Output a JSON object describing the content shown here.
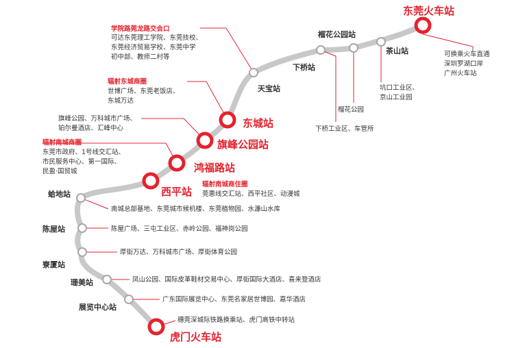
{
  "colors": {
    "line": "#c8c8c8",
    "accent": "#e4232d",
    "text": "#333333"
  },
  "stations": {
    "dongguan_hcz": "东莞火车站",
    "chashan": "茶山站",
    "liuhua": "榴花公园站",
    "xiaqiao": "下桥站",
    "tianbao": "天宝站",
    "dongcheng": "东城站",
    "qifeng": "旗峰公园站",
    "hongfu": "鸿福路站",
    "xiping": "西平站",
    "geidi": "蛤地站",
    "chenwu": "陈屋站",
    "liaoxia": "寮厦站",
    "shanmei": "珊美站",
    "zhanlan": "展览中心站",
    "humen": "虎门火车站"
  },
  "annotations": {
    "xueyuan_title": "学院路莞龙路交会口",
    "xueyuan_l1": "可达东莞理工学院、东莞技校、",
    "xueyuan_l2": "东莞经济贸易学校、东莞中学",
    "xueyuan_l3": "初中部、教师二村等",
    "dongcheng_title": "辐射东城商圈",
    "dongcheng_l1": "世博广场、东莞老饭店、",
    "dongcheng_l2": "东城万达",
    "qifeng_l1": "旗峰公园、万科城市广场、",
    "qifeng_l2": "铂尔曼酒店、汇峰中心",
    "nancheng_title": "辐射南城商圈",
    "nancheng_l1": "东莞市政府、1号线交汇站、",
    "nancheng_l2": "市民服务中心、第一国际、",
    "nancheng_l3": "民盈·国贸城",
    "nancheng_zj_title": "辐射南城商住圈",
    "nancheng_zj_l1": "莞惠线交汇站、西平社区、动漫城",
    "geidi": "南城总部基地、东莞城市候机楼、东莞植物园、水濂山水库",
    "chenwu": "陈屋广场、三屯工业区、赤岭公园、福神岗公园",
    "liaoxia": "厚街万达、万科城市广场、厚街体育公园",
    "shanmei": "凤山公园、国际皮革鞋材交易中心、厚街国际大酒店、喜来登酒店",
    "zhanlan": "广东国际展览中心、东莞名家居世博园、嘉华酒店",
    "humen": "穗莞深城际铁路换乘站、虎门高铁中转站",
    "dongguan_l1": "可换乘火车直通",
    "dongguan_l2": "深圳罗湖口岸",
    "dongguan_l3": "广州火车站",
    "chashan_l1": "坑口工业区、",
    "chashan_l2": "京山工业园",
    "liuhua": "榴花公园",
    "xiaqiao": "下桥工业区、车管所"
  }
}
